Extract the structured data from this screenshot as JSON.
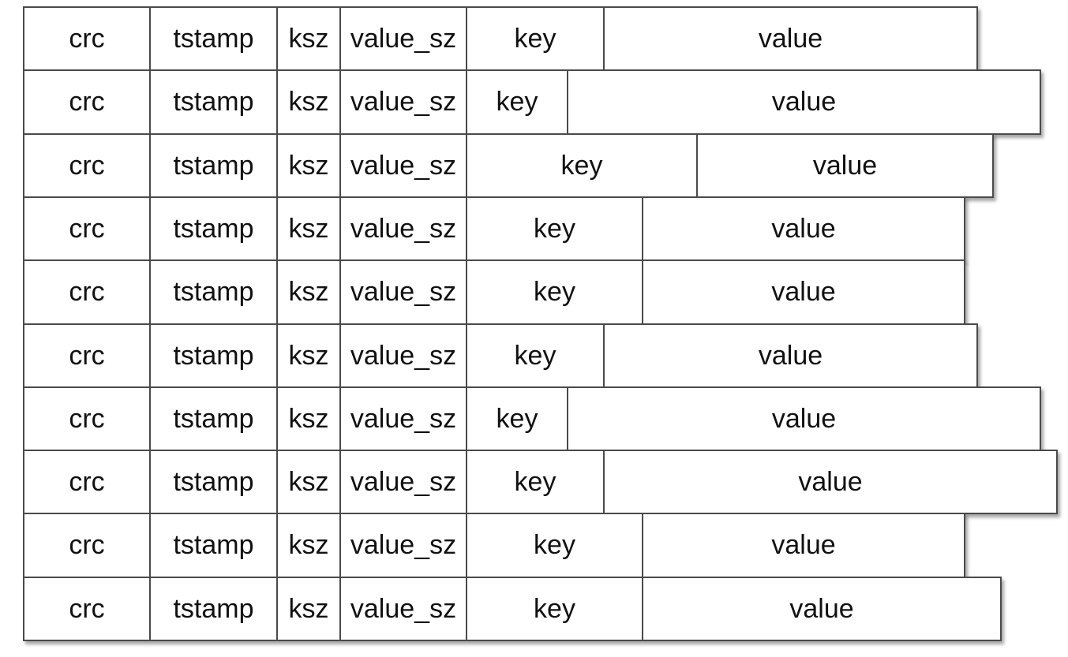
{
  "diagram": {
    "field_labels": {
      "crc": "crc",
      "tstamp": "tstamp",
      "ksz": "ksz",
      "value_sz": "value_sz",
      "key": "key",
      "value": "value"
    },
    "colors": {
      "border": "#4a4a4a",
      "fill": "#ffffff",
      "text": "#111111"
    },
    "entries": [
      {
        "crc": "crc",
        "tstamp": "tstamp",
        "ksz": "ksz",
        "value_sz": "value_sz",
        "key": "key",
        "value": "value"
      },
      {
        "crc": "crc",
        "tstamp": "tstamp",
        "ksz": "ksz",
        "value_sz": "value_sz",
        "key": "key",
        "value": "value"
      },
      {
        "crc": "crc",
        "tstamp": "tstamp",
        "ksz": "ksz",
        "value_sz": "value_sz",
        "key": "key",
        "value": "value"
      },
      {
        "crc": "crc",
        "tstamp": "tstamp",
        "ksz": "ksz",
        "value_sz": "value_sz",
        "key": "key",
        "value": "value"
      },
      {
        "crc": "crc",
        "tstamp": "tstamp",
        "ksz": "ksz",
        "value_sz": "value_sz",
        "key": "key",
        "value": "value"
      },
      {
        "crc": "crc",
        "tstamp": "tstamp",
        "ksz": "ksz",
        "value_sz": "value_sz",
        "key": "key",
        "value": "value"
      },
      {
        "crc": "crc",
        "tstamp": "tstamp",
        "ksz": "ksz",
        "value_sz": "value_sz",
        "key": "key",
        "value": "value"
      },
      {
        "crc": "crc",
        "tstamp": "tstamp",
        "ksz": "ksz",
        "value_sz": "value_sz",
        "key": "key",
        "value": "value"
      },
      {
        "crc": "crc",
        "tstamp": "tstamp",
        "ksz": "ksz",
        "value_sz": "value_sz",
        "key": "key",
        "value": "value"
      },
      {
        "crc": "crc",
        "tstamp": "tstamp",
        "ksz": "ksz",
        "value_sz": "value_sz",
        "key": "key",
        "value": "value"
      }
    ]
  }
}
